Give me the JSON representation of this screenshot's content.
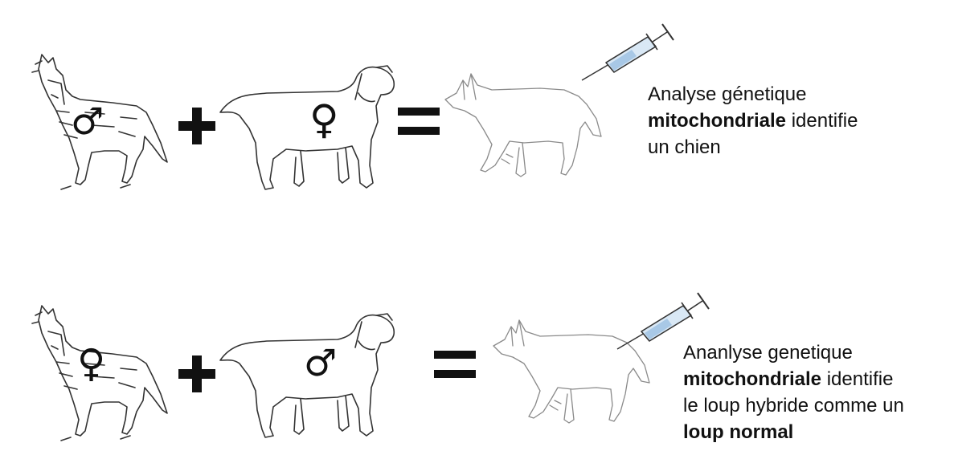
{
  "rows": [
    {
      "wolf_symbol": "♂",
      "dog_symbol": "♀",
      "operator_plus": "+",
      "operator_equals": "=",
      "caption": {
        "line1": "Analyse génetique",
        "line2_bold": "mitochondriale",
        "line2_rest": " identifie",
        "line3": "un chien",
        "line4_bold": ""
      }
    },
    {
      "wolf_symbol": "♀",
      "dog_symbol": "♂",
      "operator_plus": "+",
      "operator_equals": "=",
      "caption": {
        "line1": "Ananlyse genetique",
        "line2_bold": "mitochondriale",
        "line2_rest": " identifie",
        "line3": "le loup hybride comme un",
        "line4_bold": "loup normal"
      }
    }
  ],
  "colors": {
    "line": "#333333",
    "syringe_fluid": "#a8c8e6",
    "syringe_body": "#d9e8f5"
  }
}
